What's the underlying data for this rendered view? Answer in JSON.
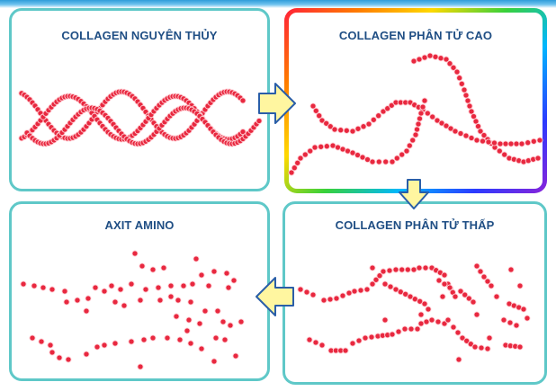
{
  "panels": {
    "native": {
      "title": "COLLAGEN NGUYÊN THỦY"
    },
    "high_mw": {
      "title": "COLLAGEN PHÂN TỬ CAO"
    },
    "amino": {
      "title": "AXIT AMINO"
    },
    "low_mw": {
      "title": "COLLAGEN PHÂN TỬ THẤP"
    }
  },
  "colors": {
    "bead_fill": "#e8283f",
    "bead_stroke": "#ffd0d6",
    "panel_border": "#5fc8c8",
    "arrow_fill": "#fff6a0",
    "arrow_stroke": "#2a5ea8",
    "title_text": "#1f4e84"
  },
  "icons": {
    "arrow": "block-arrow-icon",
    "bead": "amino-acid-bead-icon"
  }
}
